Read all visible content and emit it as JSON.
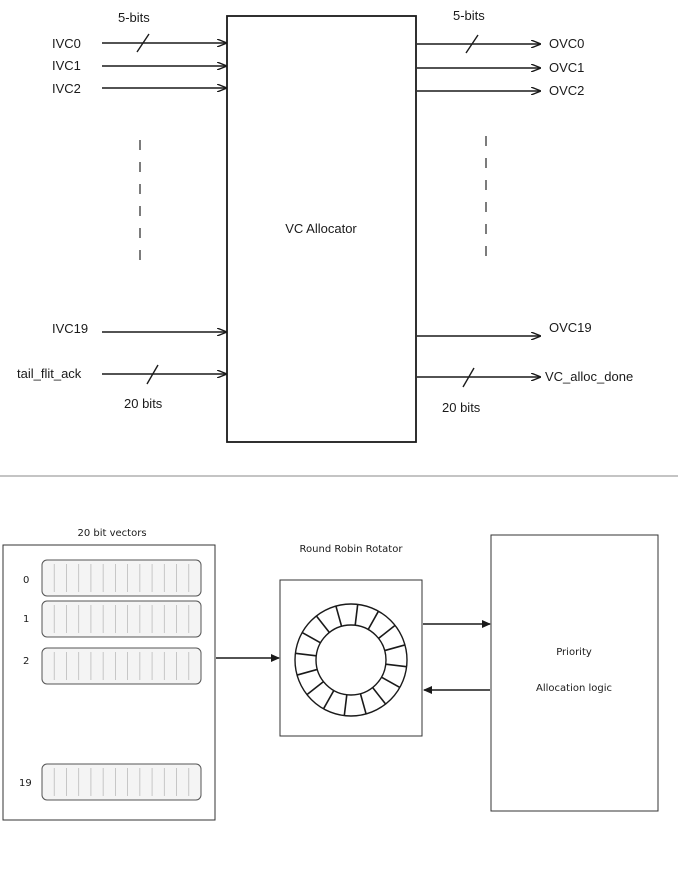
{
  "top_diagram": {
    "block_label": "VC Allocator",
    "inputs": [
      "IVC0",
      "IVC1",
      "IVC2",
      "IVC19",
      "tail_flit_ack"
    ],
    "outputs": [
      "OVC0",
      "OVC1",
      "OVC2",
      "OVC19",
      "VC_alloc_done"
    ],
    "input_bus_width": "5-bits",
    "output_bus_width": "5-bits",
    "ack_bus_width": "20 bits",
    "done_bus_width": "20 bits"
  },
  "bottom_diagram": {
    "vectors_title": "20 bit vectors",
    "vector_indices": [
      "0",
      "1",
      "2",
      "19"
    ],
    "rotator_title": "Round Robin Rotator",
    "priority_line1": "Priority",
    "priority_line2": "Allocation logic"
  }
}
